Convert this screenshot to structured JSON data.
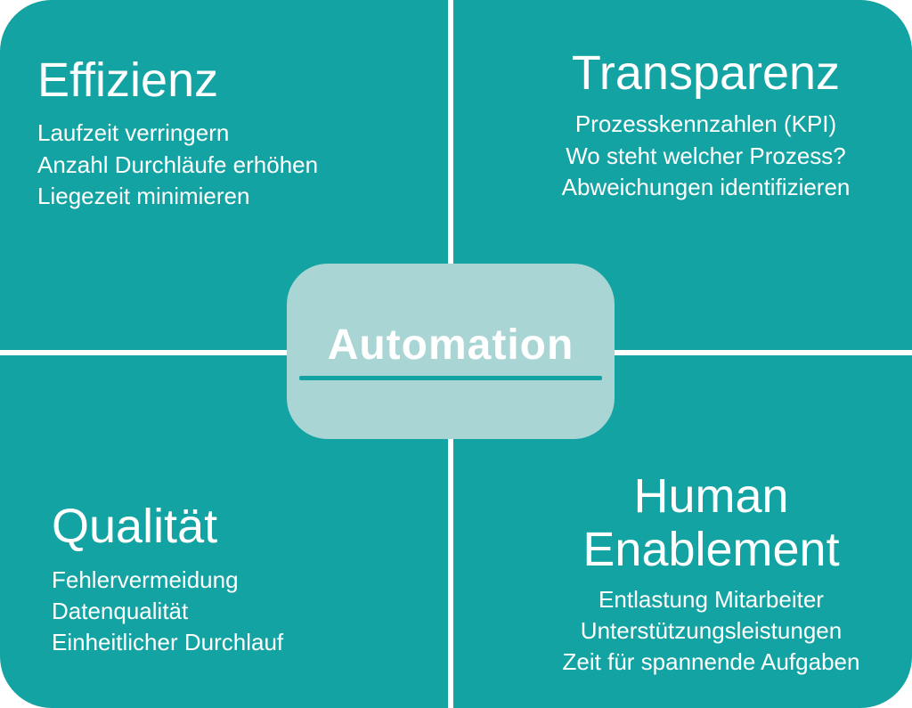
{
  "colors": {
    "teal": "#13a3a3",
    "center_box": "#a9d5d5",
    "divider": "#ffffff",
    "text": "#ffffff",
    "underline": "#13a3a3"
  },
  "quadrants": [
    {
      "id": "effizienz",
      "title": "Effizienz",
      "items": [
        "Laufzeit verringern",
        "Anzahl Durchläufe erhöhen",
        "Liegezeit minimieren"
      ]
    },
    {
      "id": "transparenz",
      "title": "Transparenz",
      "items": [
        "Prozesskennzahlen (KPI)",
        "Wo steht welcher Prozess?",
        "Abweichungen identifizieren"
      ]
    },
    {
      "id": "qualitaet",
      "title": "Qualität",
      "items": [
        "Fehlervermeidung",
        "Datenqualität",
        "Einheitlicher Durchlauf"
      ]
    },
    {
      "id": "human-enablement",
      "title": "Human Enablement",
      "items": [
        "Entlastung Mitarbeiter",
        "Unterstützungsleistungen",
        "Zeit für spannende Aufgaben"
      ]
    }
  ],
  "center": {
    "label": "Automation"
  }
}
